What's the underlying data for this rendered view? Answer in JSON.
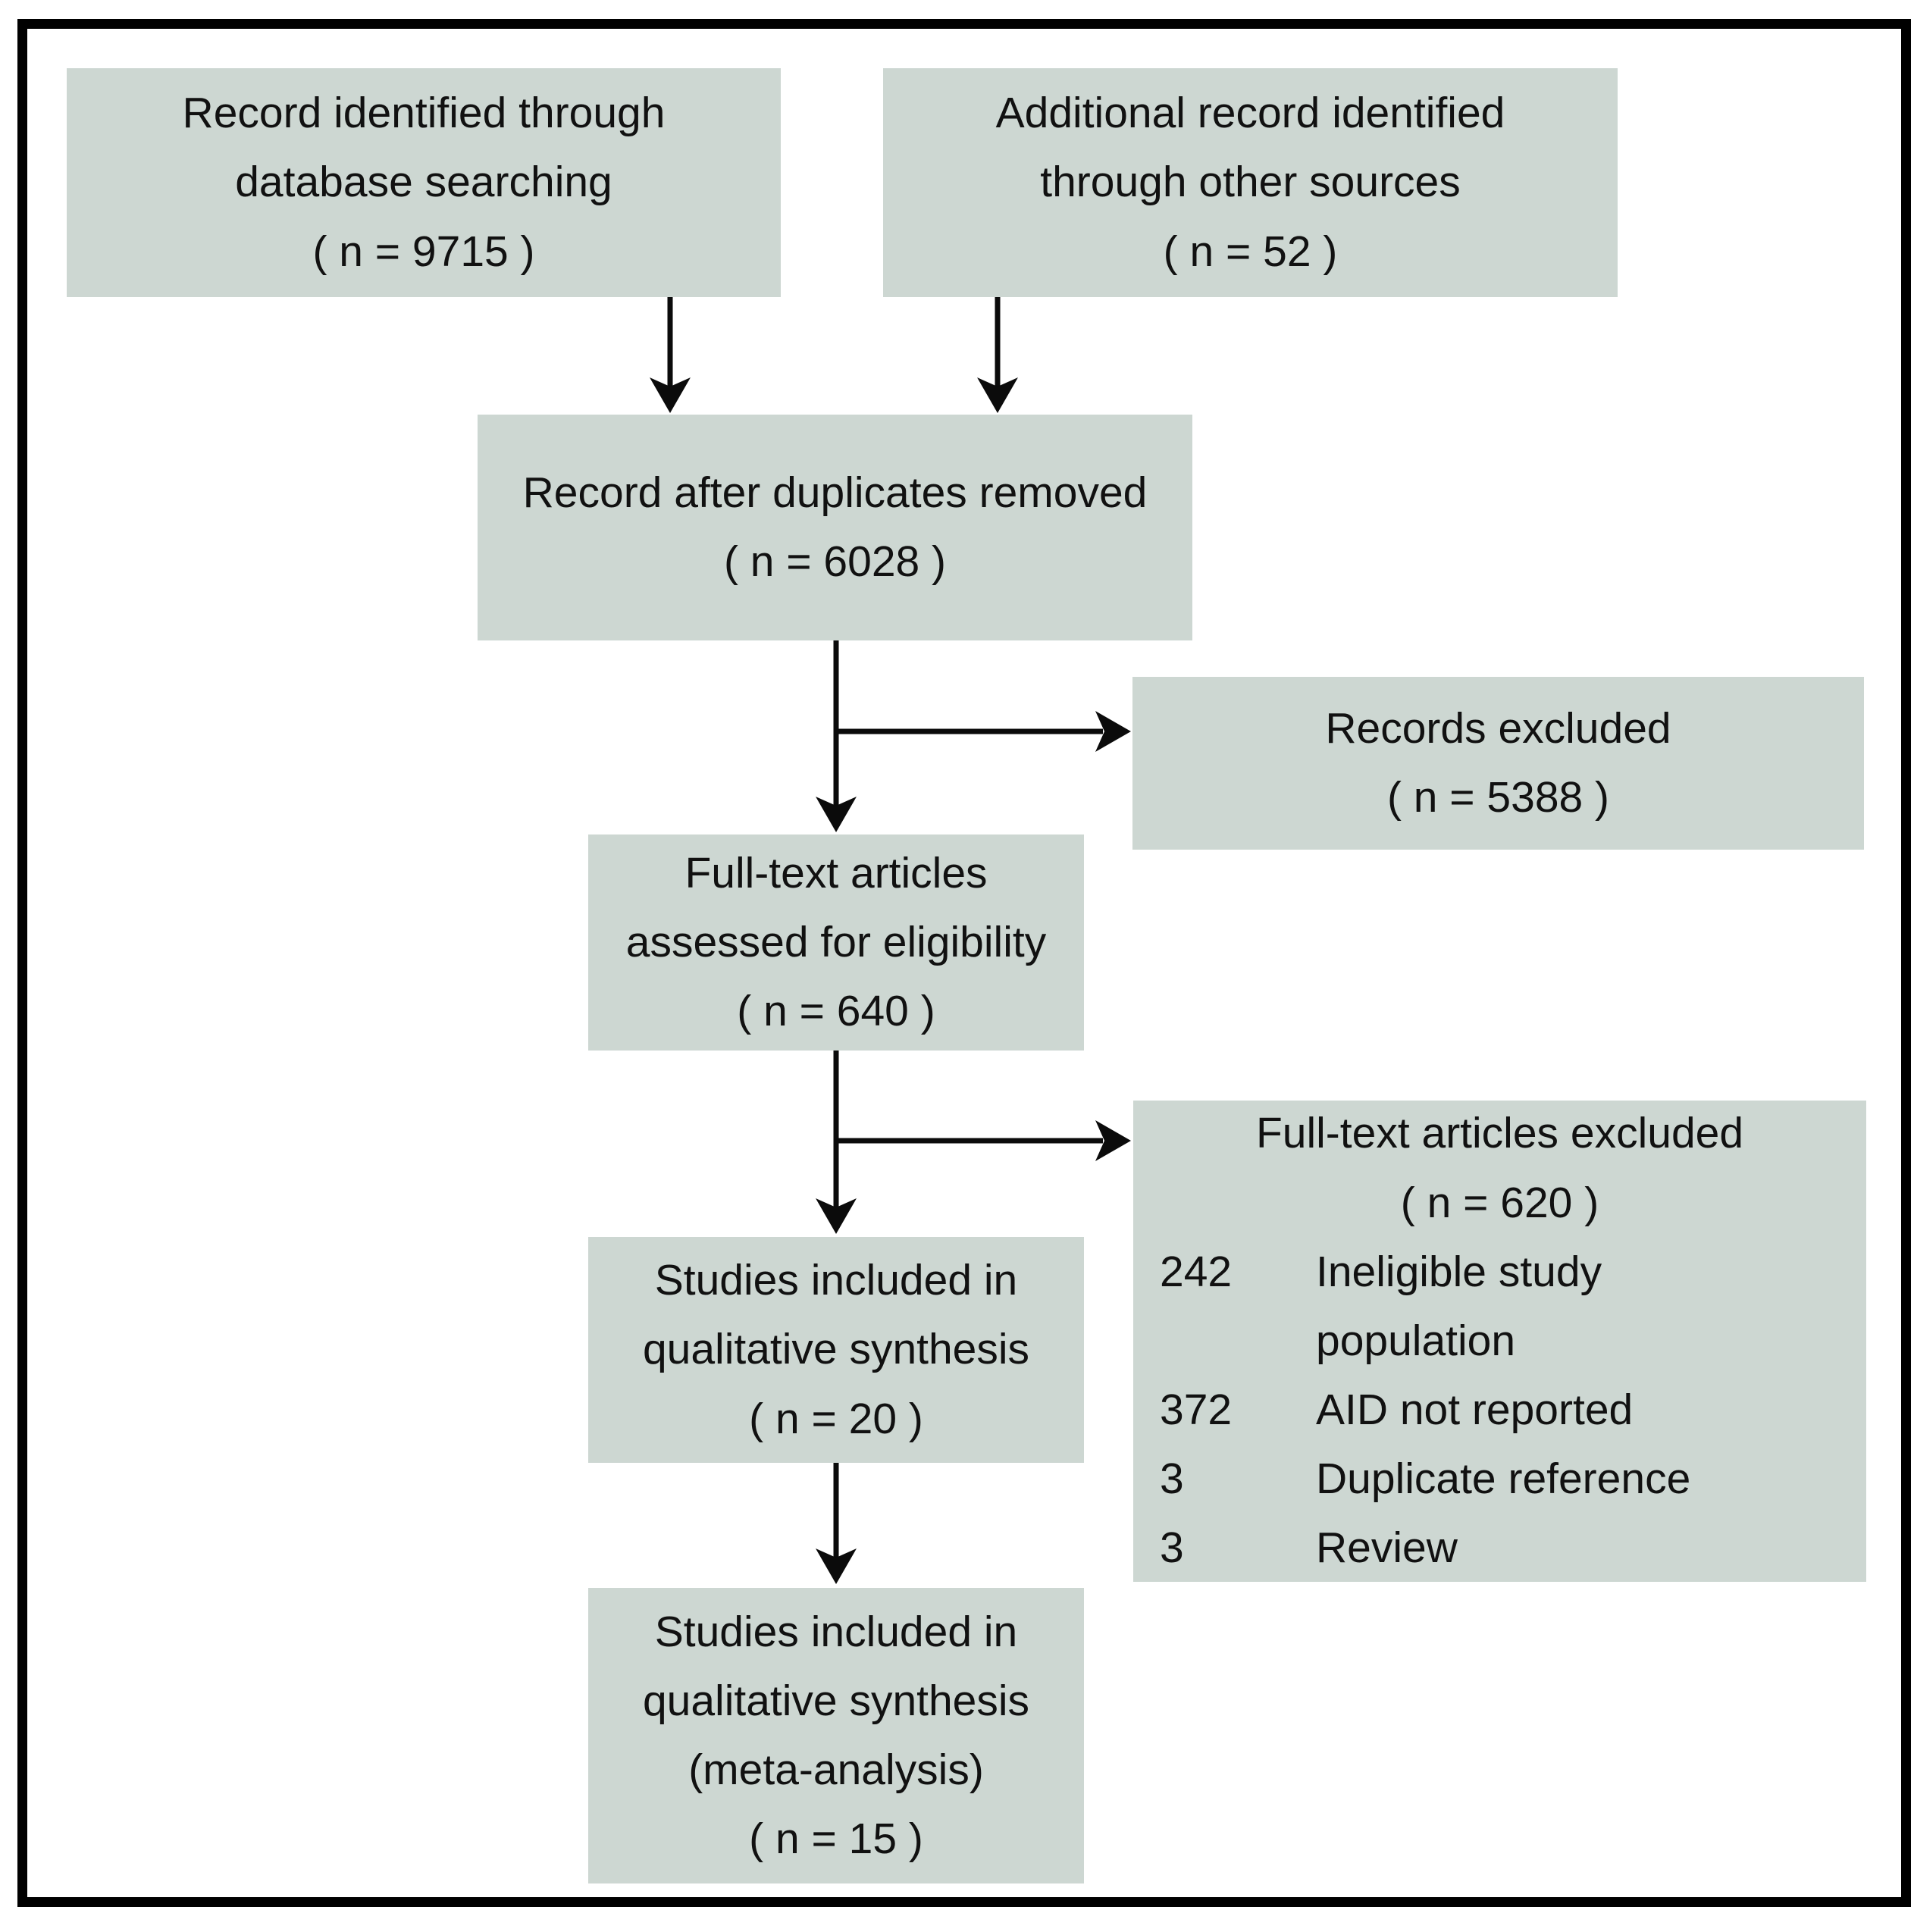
{
  "diagram": {
    "title": "PRISMA study selection flow diagram",
    "colors": {
      "box_fill": "#cdd7d2",
      "line": "#0b0b0b",
      "border": "#000000"
    },
    "boxes": {
      "db_search": {
        "lines": [
          "Record identified through",
          "database searching",
          "( n = 9715 )"
        ]
      },
      "other_sources": {
        "lines": [
          "Additional record identified",
          "through other sources",
          "( n = 52 )"
        ]
      },
      "after_duplicates": {
        "lines": [
          "Record after duplicates removed",
          "( n = 6028 )"
        ]
      },
      "records_excluded": {
        "lines": [
          "Records excluded",
          "( n = 5388 )"
        ]
      },
      "fulltext_assessed": {
        "lines": [
          "Full-text articles",
          "assessed for eligibility",
          "( n = 640 )"
        ]
      },
      "fulltext_excluded": {
        "title": "Full-text articles excluded",
        "subtitle": "( n = 620 )",
        "reasons": [
          {
            "count": "242",
            "label": "Ineligible study population"
          },
          {
            "count": "372",
            "label": "AID not reported"
          },
          {
            "count": "3",
            "label": "Duplicate reference"
          },
          {
            "count": "3",
            "label": "Review"
          }
        ]
      },
      "qualitative_synthesis": {
        "lines": [
          "Studies included in",
          "qualitative synthesis",
          "( n = 20 )"
        ]
      },
      "meta_analysis": {
        "lines": [
          "Studies included in",
          "qualitative synthesis",
          "(meta-analysis)",
          "( n = 15 )"
        ]
      }
    }
  }
}
